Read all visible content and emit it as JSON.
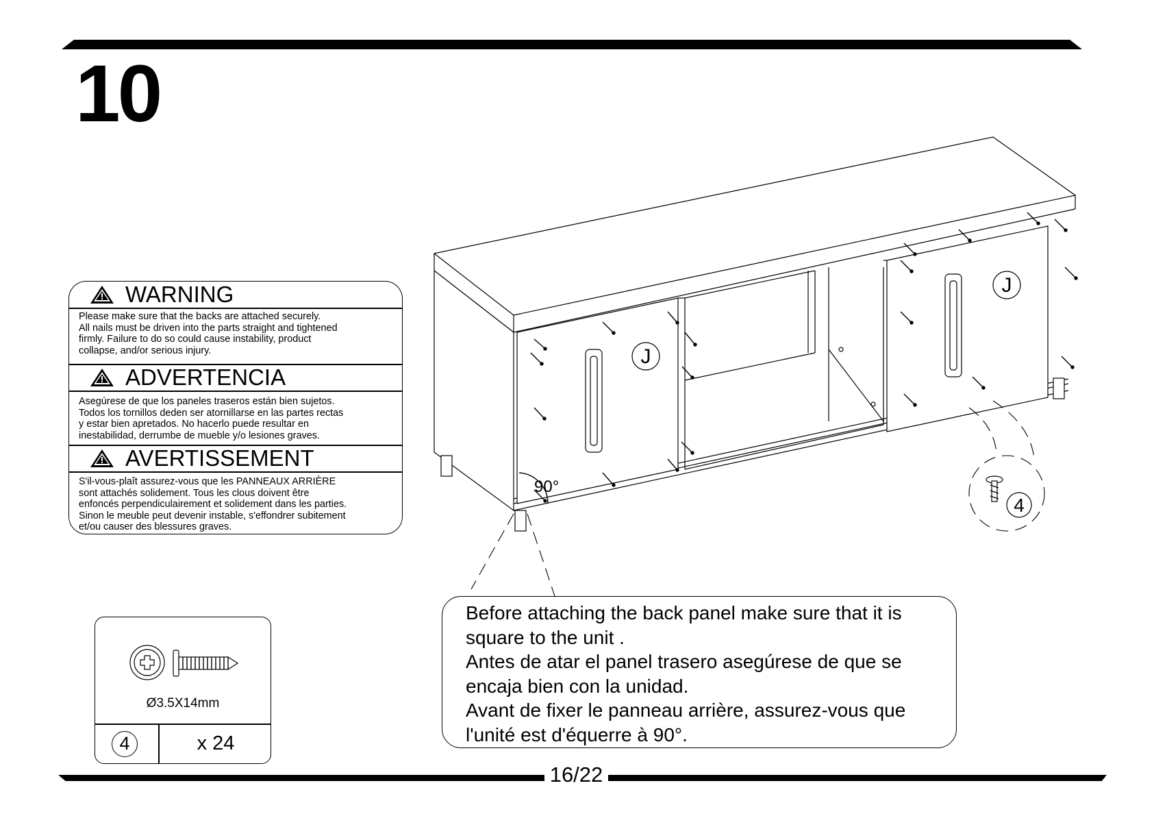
{
  "step": {
    "number": "10"
  },
  "warnings": [
    {
      "heading": "WARNING",
      "lines": [
        "Please make sure that the backs are attached securely.",
        "All nails must be driven into the parts straight and tightened",
        "firmly.  Failure to do so could cause instability, product",
        "collapse, and/or serious injury."
      ]
    },
    {
      "heading": "ADVERTENCIA",
      "lines": [
        "Asegúrese de que los paneles traseros están bien sujetos.",
        "Todos los tornillos deden ser atornillarse en las partes rectas",
        "y estar bien apretados. No hacerlo puede resultar en",
        "inestabilidad, derrumbe de mueble y/o lesiones graves."
      ]
    },
    {
      "heading": "AVERTISSEMENT",
      "lines": [
        "S'il-vous-plaît assurez-vous que les PANNEAUX ARRIÈRE",
        "sont attachés solidement.  Tous les clous doivent être",
        "enfoncés perpendiculairement et solidement dans les parties.",
        "Sinon le meuble peut devenir instable, s'effondrer subitement",
        "et/ou causer des blessures graves."
      ]
    }
  ],
  "drawing": {
    "panel_label_left": "J",
    "panel_label_right": "J",
    "angle_label": "90°",
    "detail_part_id": "4"
  },
  "note": {
    "lines": [
      "Before attaching the back panel make sure that it is",
      "square to the unit .",
      "Antes de atar el panel trasero asegúrese de que se",
      "encaja bien con la unidad.",
      "Avant de fixer le panneau arrière, assurez-vous que",
      "l'unité est d'équerre à 90°."
    ]
  },
  "parts": {
    "screw_spec": "Ø3.5X14mm",
    "part_id": "4",
    "quantity": "x 24"
  },
  "footer": {
    "page": "16/22"
  },
  "icons": [
    "warning-triangle-icon",
    "screw-head-icon",
    "screw-side-icon"
  ]
}
